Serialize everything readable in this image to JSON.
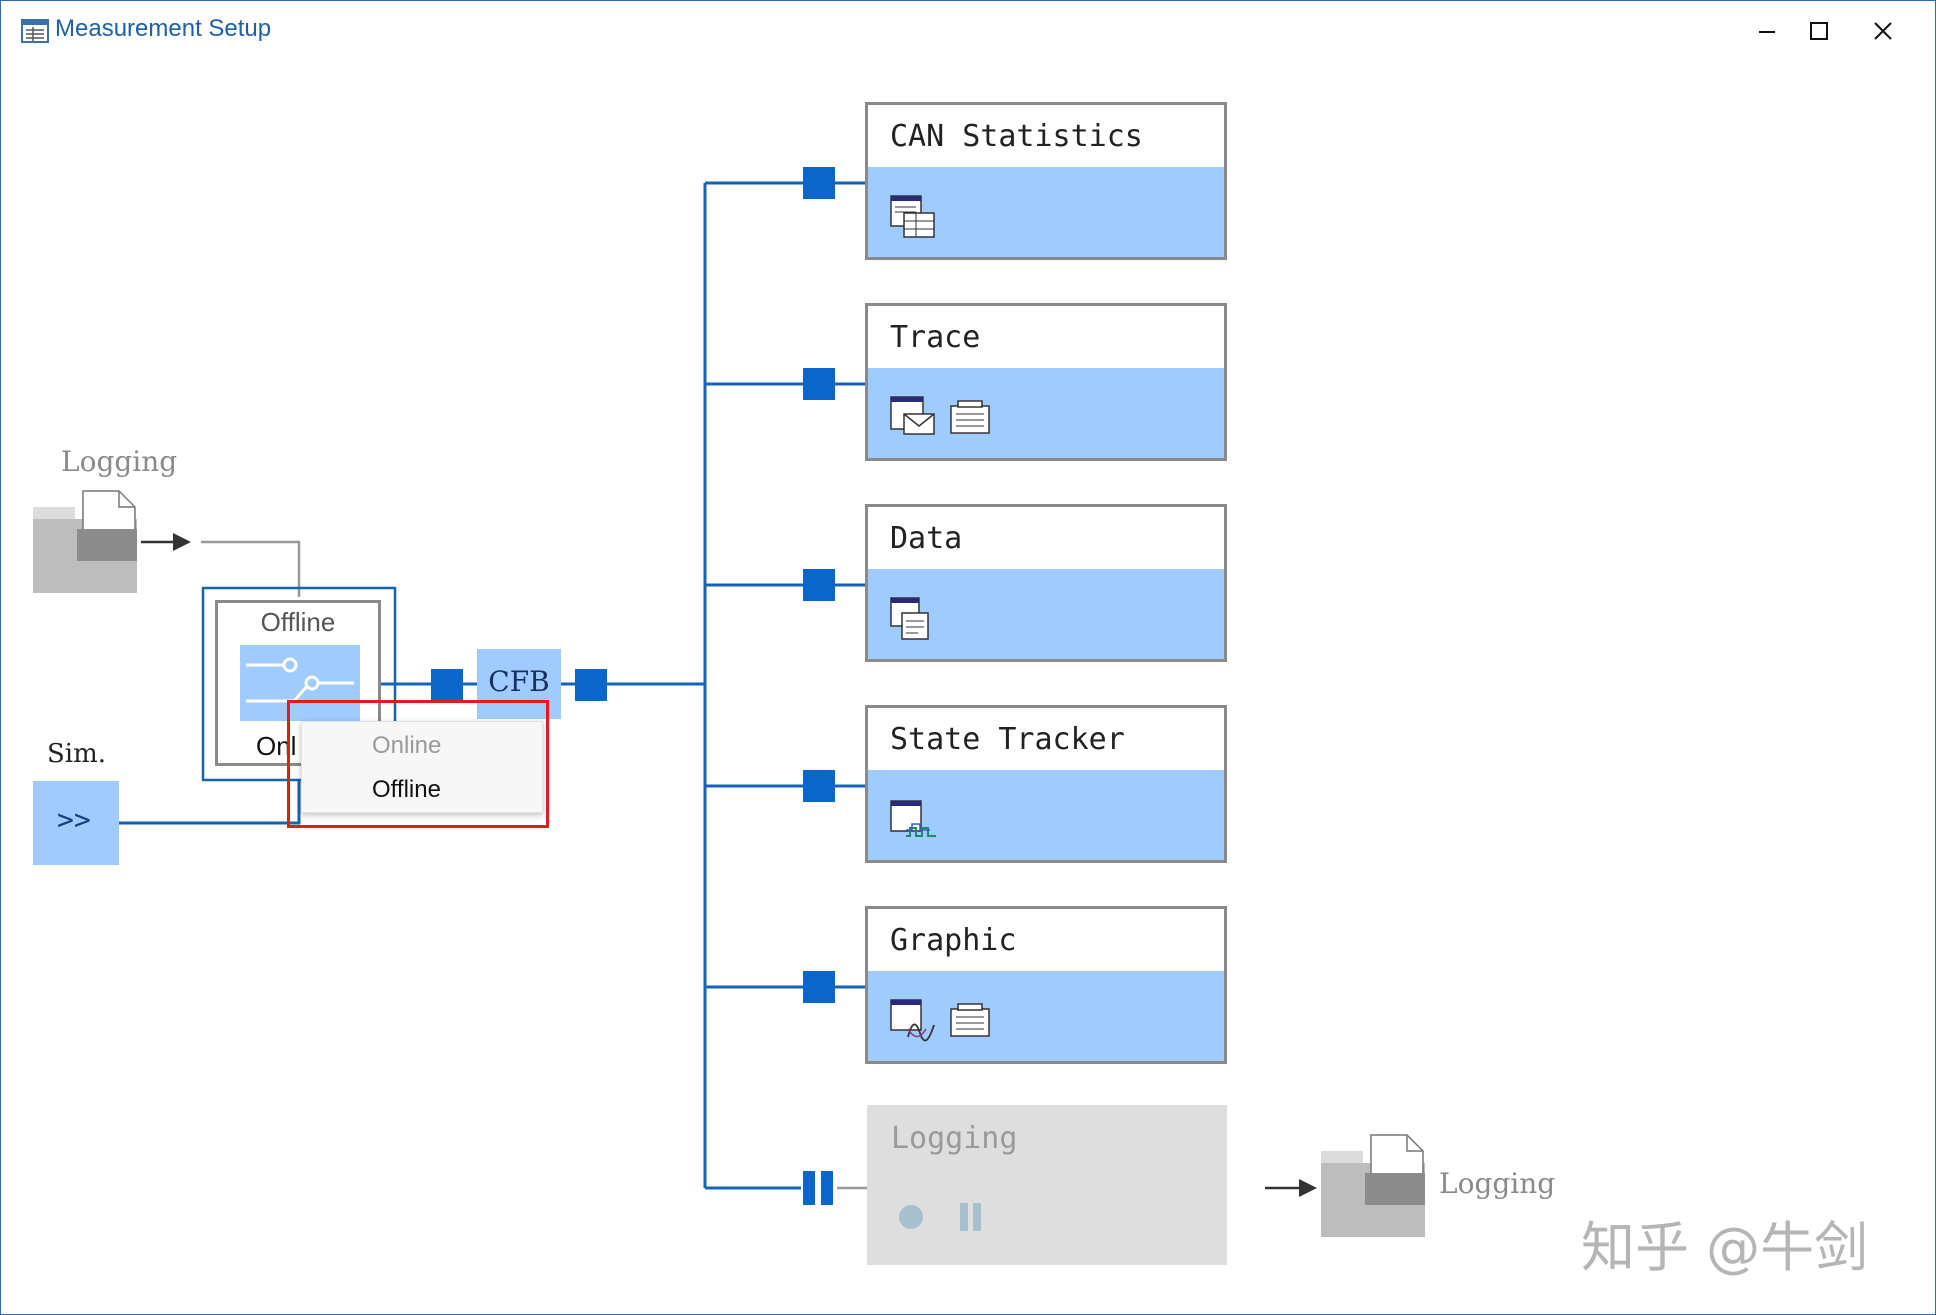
{
  "window": {
    "title": "Measurement Setup",
    "controls": {
      "minimize": "minimize-icon",
      "maximize": "maximize-icon",
      "close": "close-icon"
    }
  },
  "sources": {
    "logging_label": "Logging",
    "sim_label": "Sim.",
    "sim_symbol": ">>"
  },
  "switch": {
    "header": "Offline",
    "footer": "Onl"
  },
  "context_menu": {
    "items": [
      {
        "label": "Online",
        "enabled": false
      },
      {
        "label": "Offline",
        "enabled": true
      }
    ]
  },
  "cfb": {
    "label": "CFB"
  },
  "analysis_blocks": [
    {
      "label": "CAN Statistics",
      "icons": [
        "statistics-window-icon"
      ]
    },
    {
      "label": "Trace",
      "icons": [
        "trace-window-icon",
        "configuration-sheet-icon"
      ]
    },
    {
      "label": "Data",
      "icons": [
        "data-window-icon"
      ]
    },
    {
      "label": "State Tracker",
      "icons": [
        "state-tracker-window-icon"
      ]
    },
    {
      "label": "Graphic",
      "icons": [
        "graphic-window-icon",
        "configuration-sheet-icon"
      ]
    }
  ],
  "logging_block": {
    "label": "Logging",
    "icons": [
      "record-icon",
      "pause-icon"
    ],
    "output_label": "Logging"
  },
  "watermark": "知乎 @牛剑",
  "colors": {
    "accent": "#0b66cc",
    "block_fill": "#9fcbff",
    "highlight": "#e31b1b",
    "disabled": "#dedede"
  }
}
